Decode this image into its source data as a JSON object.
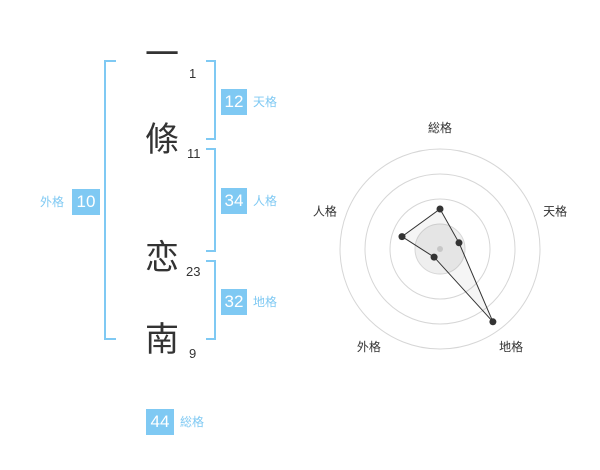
{
  "name": {
    "characters": [
      {
        "char": "一",
        "strokes": "1"
      },
      {
        "char": "條",
        "strokes": "11"
      },
      {
        "char": "恋",
        "strokes": "23"
      },
      {
        "char": "南",
        "strokes": "9"
      }
    ]
  },
  "fortunes": {
    "tenkaku": {
      "value": "12",
      "label": "天格"
    },
    "jinkaku": {
      "value": "34",
      "label": "人格"
    },
    "chikaku": {
      "value": "32",
      "label": "地格"
    },
    "gaikaku": {
      "value": "10",
      "label": "外格"
    },
    "soukaku": {
      "value": "44",
      "label": "総格"
    }
  },
  "chart_data": {
    "type": "radar",
    "axes": [
      "総格",
      "天格",
      "地格",
      "外格",
      "人格"
    ],
    "values": [
      2,
      1,
      4.5,
      0.5,
      2
    ],
    "max": 5,
    "rings": 4
  },
  "colors": {
    "accent": "#7fc9f3",
    "text": "#333333"
  }
}
